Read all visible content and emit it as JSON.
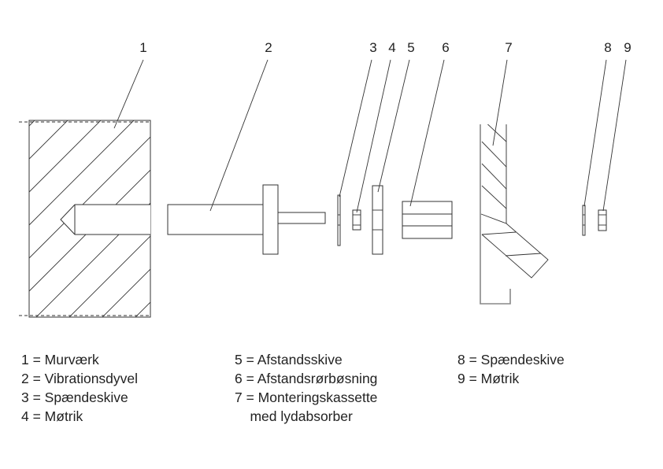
{
  "callouts": [
    "1",
    "2",
    "3",
    "4",
    "5",
    "6",
    "7",
    "8",
    "9"
  ],
  "legend": {
    "col1": [
      "1 = Murværk",
      "2 = Vibrationsdyvel",
      "3 = Spændeskive",
      "4 = Møtrik"
    ],
    "col2": [
      "5 = Afstandsskive",
      "6 = Afstandsrørbøsning",
      "7 = Monteringskassette",
      "    med lydabsorber"
    ],
    "col3": [
      "8 = Spændeskive",
      "9 = Møtrik"
    ]
  }
}
